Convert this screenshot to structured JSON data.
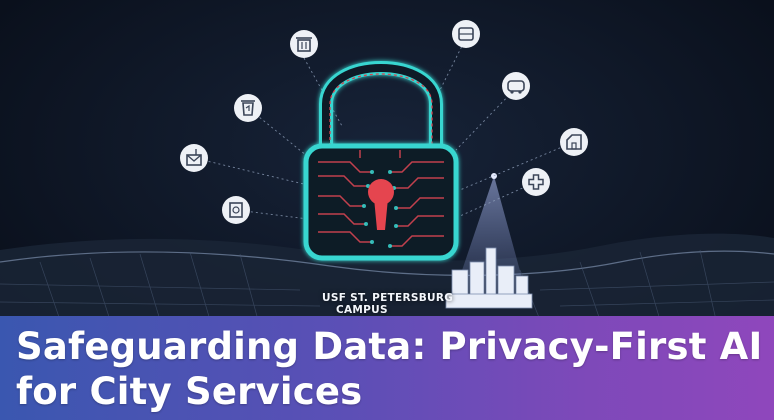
{
  "scene": {
    "map_label_line1": "USF ST. PETERSBURG",
    "map_label_line2": "CAMPUS",
    "service_icons": [
      "trash-bin-icon",
      "recycle-bin-icon",
      "mailbox-icon",
      "document-icon",
      "bus-icon",
      "public-transit-icon",
      "building-icon",
      "medical-cross-icon"
    ],
    "lock_icon": "padlock-circuit-icon"
  },
  "banner": {
    "title_line1": "Safeguarding Data: Privacy-First AI",
    "title_line2": "for City Services"
  },
  "colors": {
    "background": "#0b1220",
    "lock_glow": "#37d6d0",
    "circuit": "#d64552",
    "keyhole": "#e5454f",
    "banner_start": "#3a57b0",
    "banner_end": "#8f47bc"
  }
}
